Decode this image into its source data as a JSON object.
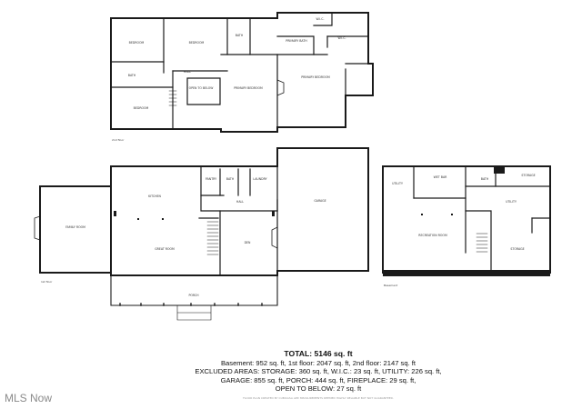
{
  "rooms": {
    "second": {
      "bedroom_a": "BEDROOM",
      "bedroom_b": "BEDROOM",
      "bedroom_c": "BEDROOM",
      "bath_a": "BATH",
      "bath_b": "BATH",
      "hall": "HALL",
      "open_to_below": "OPEN TO BELOW",
      "primary_bath": "PRIMARY BATH",
      "wic_a": "W.I.C.",
      "wic_b": "W.I.C.",
      "primary_bedroom_a": "PRIMARY BEDROOM",
      "primary_bedroom_b": "PRIMARY BEDROOM"
    },
    "first": {
      "family_room": "FAMILY ROOM",
      "kitchen": "KITCHEN",
      "pantry": "PANTRY",
      "bath": "BATH",
      "laundry": "LAUNDRY",
      "hall": "HALL",
      "great_room": "GREAT ROOM",
      "den": "DEN",
      "garage": "GARAGE",
      "porch": "PORCH"
    },
    "basement": {
      "utility_a": "UTILITY",
      "wet_bar": "WET BAR",
      "bath": "BATH",
      "storage_a": "STORAGE",
      "utility_b": "UTILITY",
      "recreation_room": "RECREATION ROOM",
      "storage_b": "STORAGE"
    }
  },
  "floor_labels": {
    "second": "2nd floor",
    "first": "1st floor",
    "basement": "Basement"
  },
  "summary": {
    "total": "TOTAL: 5146 sq. ft",
    "line1": "Basement: 952 sq. ft, 1st floor: 2047 sq. ft, 2nd floor: 2147 sq. ft",
    "line2": "EXCLUDED AREAS: STORAGE: 360 sq. ft, W.I.C.: 23 sq. ft, UTILITY: 226 sq. ft,",
    "line3": "GARAGE: 855 sq. ft, PORCH: 444 sq. ft, FIREPLACE: 29 sq. ft,",
    "line4": "OPEN TO BELOW: 27 sq. ft"
  },
  "credit": "FLOOR PLAN CREATED BY CUBICASA APP. MEASUREMENTS DEEMED HIGHLY RELIABLE BUT NOT GUARANTEED.",
  "watermark": "MLS Now",
  "colors": {
    "wall": "#1a1a1a",
    "background": "#ffffff",
    "text": "#111111"
  }
}
